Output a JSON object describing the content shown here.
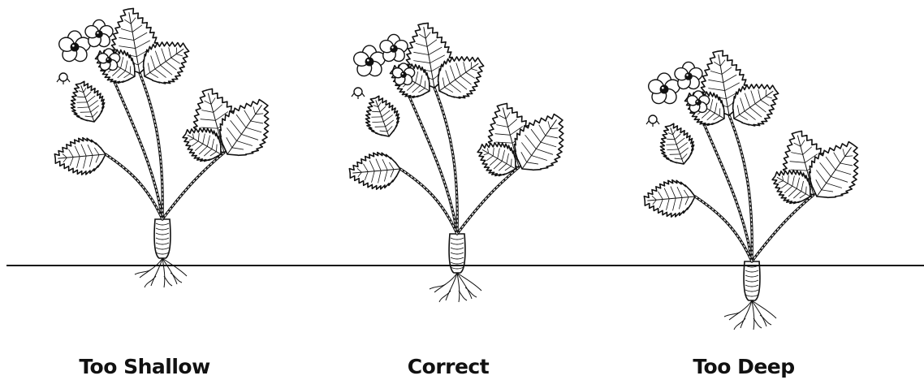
{
  "diagram": {
    "plants": [
      {
        "caption": "Too Shallow",
        "depth": "too-shallow"
      },
      {
        "caption": "Correct",
        "depth": "correct"
      },
      {
        "caption": "Too Deep",
        "depth": "too-deep"
      }
    ],
    "colors": {
      "ink": "#111111",
      "background": "#ffffff"
    }
  }
}
